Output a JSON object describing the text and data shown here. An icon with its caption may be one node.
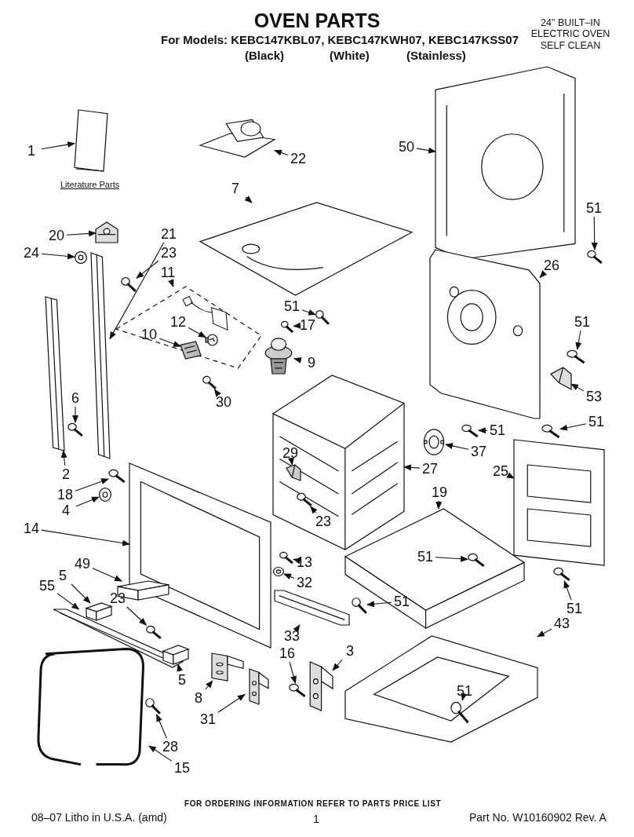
{
  "diagram": {
    "title": "OVEN PARTS",
    "nodes": [
      {
        "text": [
          "1"
        ]
      },
      {
        "text": [],
        "shape": "picture"
      },
      {
        "text": [
          "22"
        ]
      },
      {
        "text": [],
        "shape": "picture"
      },
      {
        "text": [
          "50"
        ]
      },
      {
        "text": [],
        "shape": "picture"
      },
      {
        "text": [
          "7"
        ]
      },
      {
        "text": [],
        "shape": "picture"
      },
      {
        "text": [
          "51"
        ]
      },
      {
        "text": [],
        "shape": "picture"
      },
      {
        "text": [
          "51"
        ]
      },
      {
        "text": [],
        "shape": "picture"
      },
      {
        "text": [
          "20"
        ]
      },
      {
        "text": [],
        "shape": "picture"
      },
      {
        "text": [
          "21"
        ]
      },
      {
        "text": [],
        "shape": "picture"
      },
      {
        "text": [
          "24"
        ]
      },
      {
        "text": [],
        "shape": "picture"
      },
      {
        "text": [
          "23"
        ]
      },
      {
        "text": [],
        "shape": "picture"
      },
      {
        "text": [
          "11"
        ]
      },
      {
        "text": [],
        "shape": "box"
      },
      {
        "text": [
          "12"
        ],
        "in": 21
      },
      {
        "text": [],
        "shape": "picture",
        "in": 21
      },
      {
        "text": [
          "10"
        ],
        "in": 21
      },
      {
        "text": [],
        "shape": "picture",
        "in": 21
      },
      {
        "text": [
          "26"
        ]
      },
      {
        "text": [],
        "shape": "picture"
      },
      {
        "text": [
          "51"
        ]
      },
      {
        "text": [],
        "shape": "picture"
      },
      {
        "text": [
          "53"
        ]
      },
      {
        "text": [],
        "shape": "picture"
      },
      {
        "text": [
          "17"
        ]
      },
      {
        "text": [],
        "shape": "picture"
      },
      {
        "text": [
          "9"
        ]
      },
      {
        "text": [],
        "shape": "picture"
      },
      {
        "text": [
          "30"
        ]
      },
      {
        "text": [],
        "shape": "picture"
      },
      {
        "text": [
          "6"
        ]
      },
      {
        "text": [],
        "shape": "picture"
      },
      {
        "text": [
          "51"
        ]
      },
      {
        "text": [],
        "shape": "picture"
      },
      {
        "text": [
          "37"
        ]
      },
      {
        "text": [],
        "shape": "picture"
      },
      {
        "text": [
          "51"
        ]
      },
      {
        "text": [],
        "shape": "picture"
      },
      {
        "text": [
          "2"
        ]
      },
      {
        "text": [],
        "shape": "picture"
      },
      {
        "text": [
          "18"
        ]
      },
      {
        "text": [],
        "shape": "picture"
      },
      {
        "text": [
          "4"
        ]
      },
      {
        "text": [],
        "shape": "picture"
      },
      {
        "text": [
          "27"
        ]
      },
      {
        "text": [],
        "shape": "picture"
      },
      {
        "text": [
          "29"
        ],
        "in": 53
      },
      {
        "text": [],
        "shape": "picture",
        "in": 53
      },
      {
        "text": [
          "25"
        ]
      },
      {
        "text": [],
        "shape": "picture"
      },
      {
        "text": [
          "14"
        ]
      },
      {
        "text": [],
        "shape": "picture"
      },
      {
        "text": [
          "23"
        ],
        "in": 53
      },
      {
        "text": [],
        "shape": "picture",
        "in": 53
      },
      {
        "text": [
          "19"
        ]
      },
      {
        "text": [],
        "shape": "picture"
      },
      {
        "text": [
          "13"
        ]
      },
      {
        "text": [],
        "shape": "picture"
      },
      {
        "text": [
          "32"
        ]
      },
      {
        "text": [],
        "shape": "picture"
      },
      {
        "text": [
          "51"
        ],
        "in": 63
      },
      {
        "text": [],
        "shape": "picture",
        "in": 63
      },
      {
        "text": [
          "51"
        ]
      },
      {
        "text": [],
        "shape": "picture"
      },
      {
        "text": [
          "49"
        ]
      },
      {
        "text": [],
        "shape": "picture"
      },
      {
        "text": [
          "5"
        ]
      },
      {
        "text": [],
        "shape": "picture"
      },
      {
        "text": [
          "55"
        ]
      },
      {
        "text": [],
        "shape": "picture"
      },
      {
        "text": [
          "23"
        ]
      },
      {
        "text": [],
        "shape": "picture"
      },
      {
        "text": [
          "51"
        ],
        "in": 63
      },
      {
        "text": [],
        "shape": "picture",
        "in": 63
      },
      {
        "text": [
          "33"
        ]
      },
      {
        "text": [],
        "shape": "picture"
      },
      {
        "text": [
          "16"
        ]
      },
      {
        "text": [],
        "shape": "picture"
      },
      {
        "text": [
          "3"
        ]
      },
      {
        "text": [],
        "shape": "picture"
      },
      {
        "text": [
          "43"
        ]
      },
      {
        "text": [],
        "shape": "picture"
      },
      {
        "text": [
          "5"
        ]
      },
      {
        "text": [],
        "shape": "picture"
      },
      {
        "text": [
          "8"
        ]
      },
      {
        "text": [],
        "shape": "picture"
      },
      {
        "text": [
          "31"
        ]
      },
      {
        "text": [],
        "shape": "picture"
      },
      {
        "text": [
          "51"
        ],
        "in": 89
      },
      {
        "text": [],
        "shape": "picture",
        "in": 89
      },
      {
        "text": [
          "28"
        ]
      },
      {
        "text": [],
        "shape": "picture"
      },
      {
        "text": [
          "15"
        ]
      },
      {
        "text": [],
        "shape": "picture"
      }
    ],
    "edges": [
      {
        "from": 0,
        "to": 1,
        "arrow": "to"
      },
      {
        "from": 2,
        "to": 3,
        "arrow": "to"
      },
      {
        "from": 4,
        "to": 5,
        "arrow": "to"
      },
      {
        "from": 6,
        "to": 7,
        "arrow": "to"
      },
      {
        "from": 8,
        "to": 9,
        "arrow": "to"
      },
      {
        "from": 10,
        "to": 11,
        "arrow": "to"
      },
      {
        "from": 12,
        "to": 13,
        "arrow": "to"
      },
      {
        "from": 14,
        "to": 15,
        "arrow": "to"
      },
      {
        "from": 16,
        "to": 17,
        "arrow": "to"
      },
      {
        "from": 18,
        "to": 19,
        "arrow": "to"
      },
      {
        "from": 20,
        "to": 21,
        "arrow": "to"
      },
      {
        "from": 22,
        "to": 23,
        "arrow": "to"
      },
      {
        "from": 24,
        "to": 25,
        "arrow": "to"
      },
      {
        "from": 26,
        "to": 27,
        "arrow": "to"
      },
      {
        "from": 28,
        "to": 29,
        "arrow": "to"
      },
      {
        "from": 30,
        "to": 31,
        "arrow": "to"
      },
      {
        "from": 32,
        "to": 33,
        "arrow": "to"
      },
      {
        "from": 34,
        "to": 35,
        "arrow": "to"
      },
      {
        "from": 36,
        "to": 37,
        "arrow": "to"
      },
      {
        "from": 38,
        "to": 39,
        "arrow": "to"
      },
      {
        "from": 40,
        "to": 41,
        "arrow": "to"
      },
      {
        "from": 42,
        "to": 43,
        "arrow": "to"
      },
      {
        "from": 44,
        "to": 45,
        "arrow": "to"
      },
      {
        "from": 46,
        "to": 47,
        "arrow": "to"
      },
      {
        "from": 48,
        "to": 49,
        "arrow": "to"
      },
      {
        "from": 50,
        "to": 51,
        "arrow": "to"
      },
      {
        "from": 52,
        "to": 53,
        "arrow": "to"
      },
      {
        "from": 54,
        "to": 55,
        "arrow": "to"
      },
      {
        "from": 56,
        "to": 57,
        "arrow": "to"
      },
      {
        "from": 58,
        "to": 59,
        "arrow": "to"
      },
      {
        "from": 60,
        "to": 61,
        "arrow": "to"
      },
      {
        "from": 62,
        "to": 63,
        "arrow": "to"
      },
      {
        "from": 64,
        "to": 65,
        "arrow": "to"
      },
      {
        "from": 66,
        "to": 67,
        "arrow": "to"
      },
      {
        "from": 68,
        "to": 69,
        "arrow": "to"
      },
      {
        "from": 70,
        "to": 71,
        "arrow": "to"
      },
      {
        "from": 72,
        "to": 73,
        "arrow": "to"
      },
      {
        "from": 74,
        "to": 75,
        "arrow": "to"
      },
      {
        "from": 76,
        "to": 77,
        "arrow": "to"
      },
      {
        "from": 78,
        "to": 79,
        "arrow": "to"
      },
      {
        "from": 80,
        "to": 81,
        "arrow": "to"
      },
      {
        "from": 82,
        "to": 83,
        "arrow": "to"
      },
      {
        "from": 84,
        "to": 85,
        "arrow": "to"
      },
      {
        "from": 86,
        "to": 87,
        "arrow": "to"
      },
      {
        "from": 88,
        "to": 89,
        "arrow": "to"
      },
      {
        "from": 90,
        "to": 91,
        "arrow": "to"
      },
      {
        "from": 92,
        "to": 93,
        "arrow": "to"
      },
      {
        "from": 94,
        "to": 95,
        "arrow": "to"
      },
      {
        "from": 96,
        "to": 97,
        "arrow": "to"
      },
      {
        "from": 98,
        "to": 99,
        "arrow": "to"
      },
      {
        "from": 100,
        "to": 101,
        "arrow": "to"
      }
    ],
    "labels": [
      "For Models: KEBC147KBL07, KEBC147KWH07, KEBC147KSS07",
      "(Black)",
      "(White)",
      "(Stainless)",
      "24\" BUILT–IN ELECTRIC OVEN SELF CLEAN",
      "Literature Parts",
      "FOR ORDERING INFORMATION REFER TO PARTS PRICE LIST",
      "08–07 Litho in U.S.A. (amd)",
      "1",
      "Part No. W10160902 Rev. A"
    ]
  }
}
